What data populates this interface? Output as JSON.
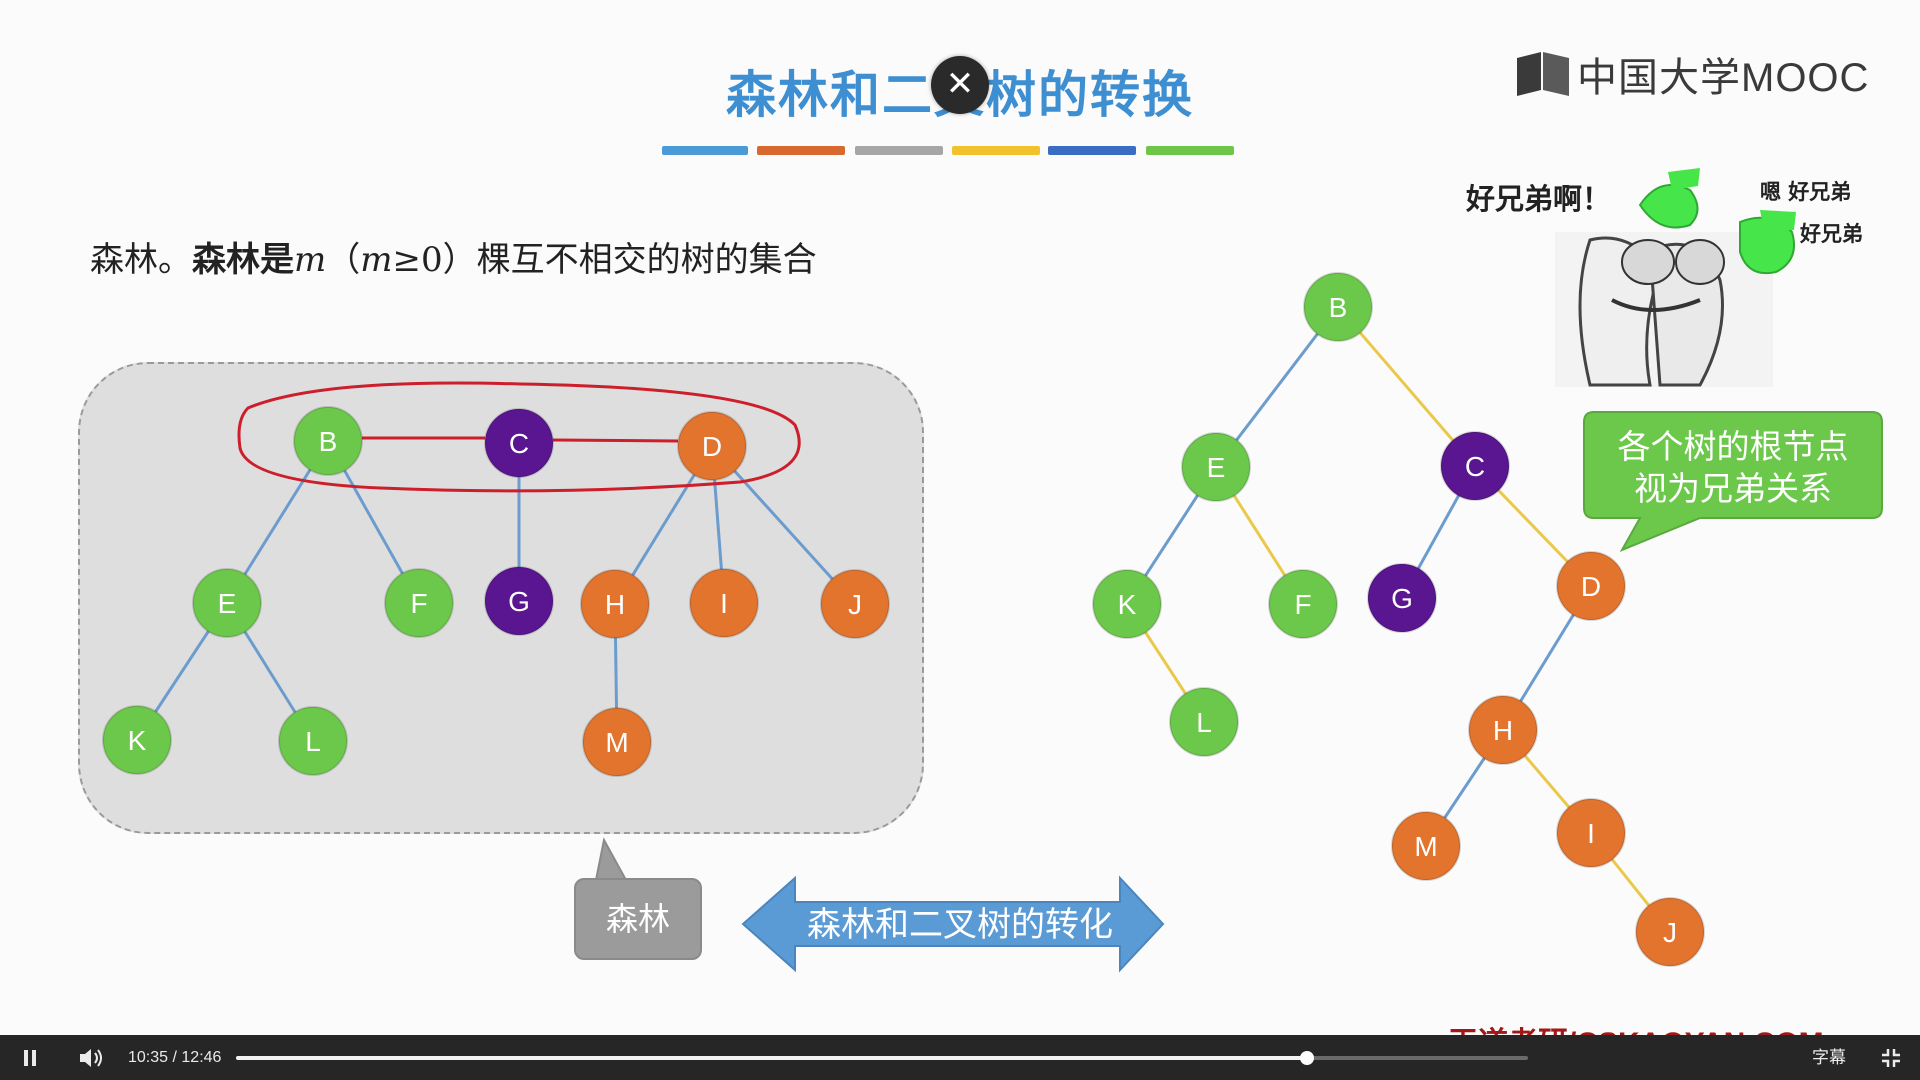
{
  "slide": {
    "title": "森林和二叉树的转换",
    "logo_text": "中国大学MOOC",
    "description": {
      "prefix": "森林。",
      "bold": "森林是",
      "m1": "m",
      "paren_open": "（",
      "m2": "m",
      "cond": "≥0",
      "paren_close": "）",
      "suffix": "棵互不相交的树的集合"
    },
    "color_bar": [
      "#4a9ad8",
      "#d8692e",
      "#a6a6a6",
      "#f2c22d",
      "#3a6cc4",
      "#6fc547"
    ],
    "forest_callout": "森林",
    "arrow_label": "森林和二叉树的转化",
    "green_callout": [
      "各个树的根节点",
      "视为兄弟关系"
    ],
    "meme": {
      "main": "好兄弟啊！",
      "side1": "嗯 好兄弟",
      "side2": "好兄弟"
    },
    "watermark": "王道考研/CSKAOYAN.COM"
  },
  "node_colors": {
    "green": "#6cc84a",
    "purple": "#5a1590",
    "orange": "#e2742e",
    "edge_blue": "#6c9ccd",
    "edge_yellow": "#eac84a",
    "red_ellipse": "#cc1f2b"
  },
  "forest": {
    "nodes": [
      {
        "id": "B",
        "color": "green"
      },
      {
        "id": "C",
        "color": "purple"
      },
      {
        "id": "D",
        "color": "orange"
      },
      {
        "id": "E",
        "color": "green"
      },
      {
        "id": "F",
        "color": "green"
      },
      {
        "id": "G",
        "color": "purple"
      },
      {
        "id": "H",
        "color": "orange"
      },
      {
        "id": "I",
        "color": "orange"
      },
      {
        "id": "J",
        "color": "orange"
      },
      {
        "id": "K",
        "color": "green"
      },
      {
        "id": "L",
        "color": "green"
      },
      {
        "id": "M",
        "color": "orange"
      }
    ],
    "edges": [
      [
        "B",
        "E"
      ],
      [
        "B",
        "F"
      ],
      [
        "E",
        "K"
      ],
      [
        "E",
        "L"
      ],
      [
        "C",
        "G"
      ],
      [
        "D",
        "H"
      ],
      [
        "D",
        "I"
      ],
      [
        "D",
        "J"
      ],
      [
        "H",
        "M"
      ]
    ],
    "sibling_links": [
      [
        "B",
        "C"
      ],
      [
        "C",
        "D"
      ]
    ]
  },
  "binary_tree": {
    "nodes": [
      {
        "id": "B",
        "color": "green"
      },
      {
        "id": "E",
        "color": "green"
      },
      {
        "id": "C",
        "color": "purple"
      },
      {
        "id": "K",
        "color": "green"
      },
      {
        "id": "F",
        "color": "green"
      },
      {
        "id": "G",
        "color": "purple"
      },
      {
        "id": "D",
        "color": "orange"
      },
      {
        "id": "L",
        "color": "green"
      },
      {
        "id": "H",
        "color": "orange"
      },
      {
        "id": "M",
        "color": "orange"
      },
      {
        "id": "I",
        "color": "orange"
      },
      {
        "id": "J",
        "color": "orange"
      }
    ],
    "left_edges": [
      [
        "B",
        "E"
      ],
      [
        "E",
        "K"
      ],
      [
        "C",
        "G"
      ],
      [
        "D",
        "H"
      ],
      [
        "H",
        "M"
      ]
    ],
    "right_edges": [
      [
        "B",
        "C"
      ],
      [
        "E",
        "F"
      ],
      [
        "C",
        "D"
      ],
      [
        "K",
        "L"
      ],
      [
        "H",
        "I"
      ],
      [
        "I",
        "J"
      ]
    ]
  },
  "player": {
    "current_time": "10:35",
    "separator": "/",
    "duration": "12:46",
    "progress": 0.8292,
    "subtitle_label": "字幕",
    "play_state": "playing"
  }
}
